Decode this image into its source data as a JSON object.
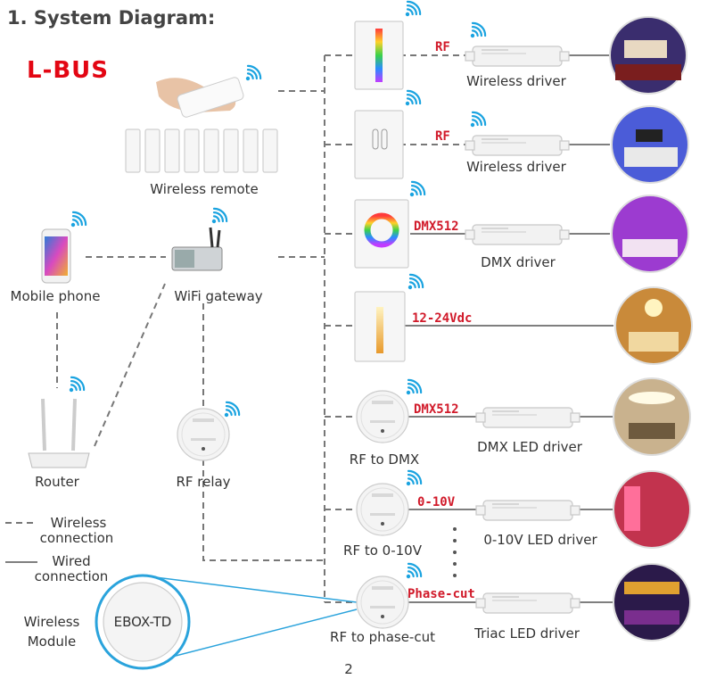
{
  "title": "1. System Diagram:",
  "brand": "L-BUS",
  "page_number": "2",
  "devices": {
    "wireless_remote": "Wireless remote",
    "mobile_phone": "Mobile phone",
    "wifi_gateway": "WiFi gateway",
    "router": "Router",
    "rf_relay": "RF relay",
    "rf_to_dmx": "RF to DMX",
    "rf_to_0_10v": "RF to 0-10V",
    "rf_to_phase_cut": "RF to phase-cut"
  },
  "drivers": {
    "wireless_driver_1": "Wireless driver",
    "wireless_driver_2": "Wireless driver",
    "dmx_driver": "DMX driver",
    "dmx_led_driver": "DMX LED driver",
    "led_driver_0_10v": "0-10V LED driver",
    "triac_led_driver": "Triac LED driver"
  },
  "signals": {
    "rf_1": "RF",
    "rf_2": "RF",
    "dmx512_1": "DMX512",
    "vdc": "12-24Vdc",
    "dmx512_2": "DMX512",
    "v0_10": "0-10V",
    "phase_cut": "Phase-cut"
  },
  "legend": {
    "wireless_line1": "Wireless",
    "wireless_line2": "connection",
    "wired_line1": "Wired",
    "wired_line2": "connection"
  },
  "module": {
    "label_line1": "Wireless",
    "label_line2": "Module",
    "device_text": "EBOX-TD"
  },
  "colors": {
    "brand_red": "#e30613",
    "signal_red": "#d11a2a",
    "wifi_blue": "#1aa3e0",
    "module_line": "#2aa3dc"
  },
  "icons": [
    "wifi-icon",
    "remote-hand-image",
    "wall-panel-image",
    "led-driver-image",
    "room-photo",
    "router-image",
    "gateway-image",
    "rf-module-image"
  ]
}
